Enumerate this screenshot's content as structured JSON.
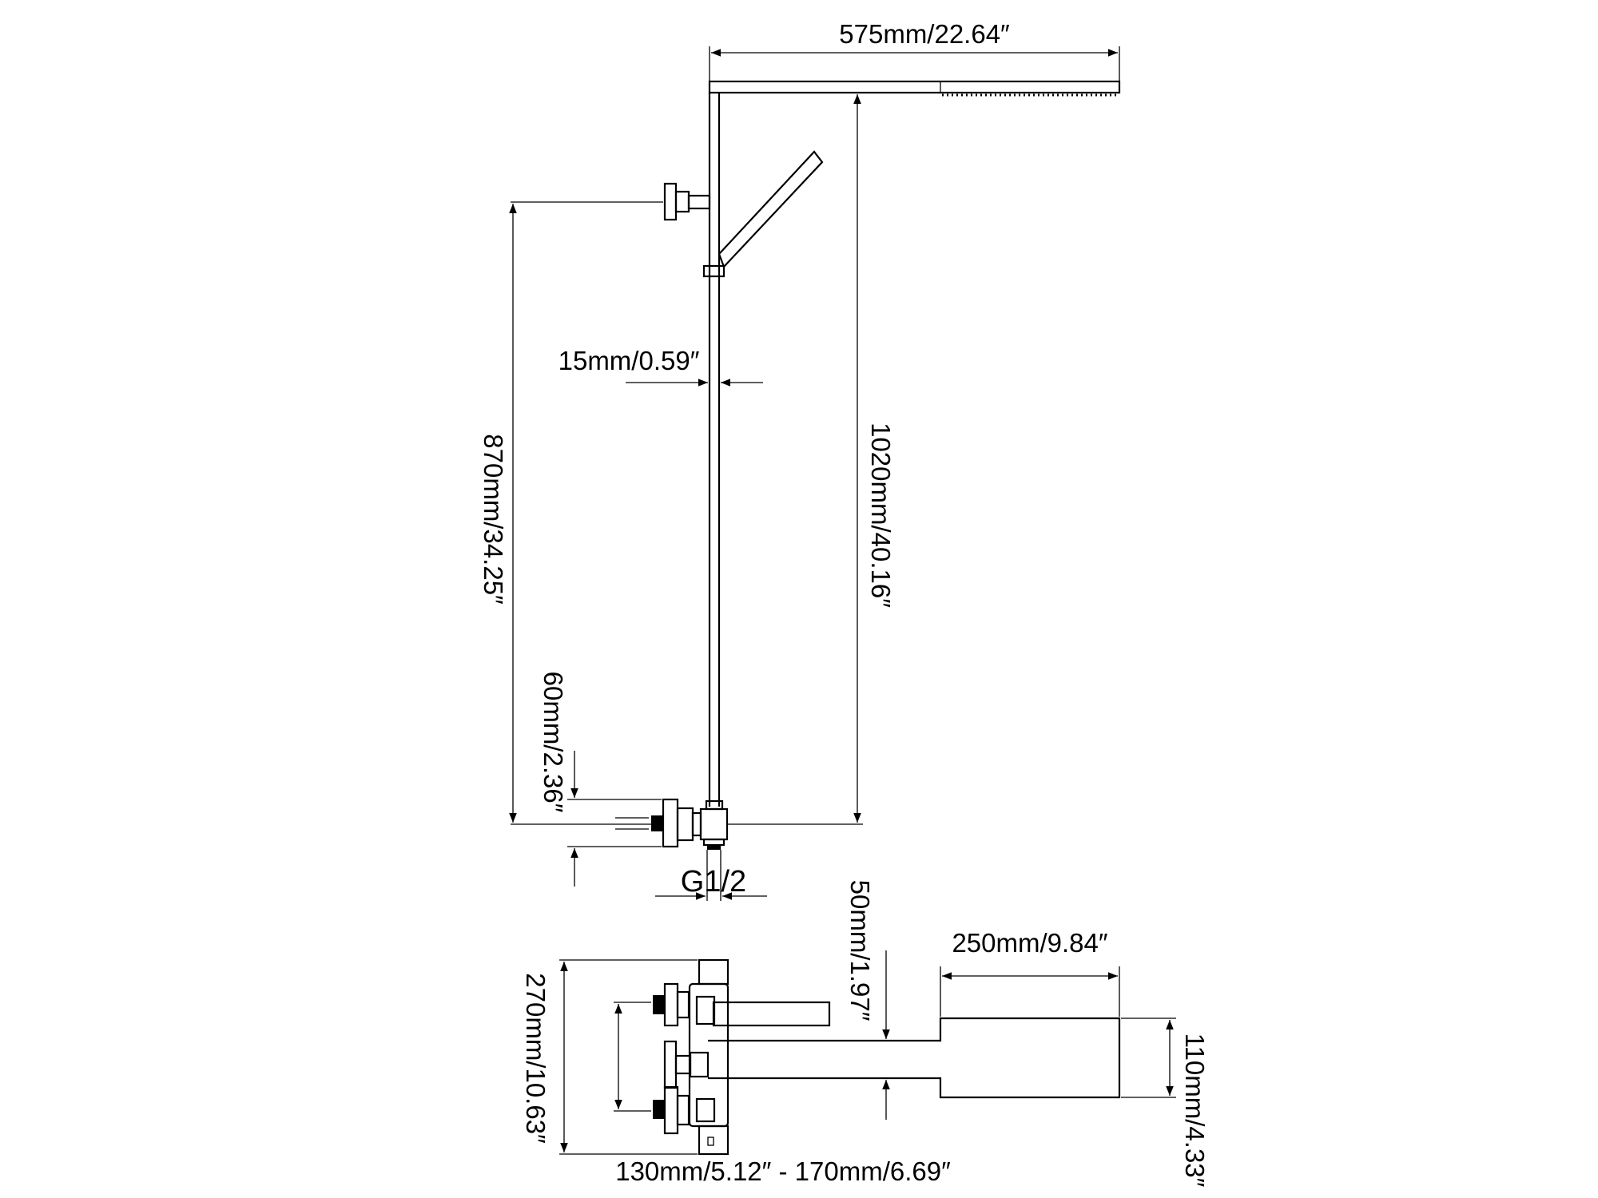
{
  "dimensions": {
    "head_width": "575mm/22.64″",
    "pipe_diameter": "15mm/0.59″",
    "total_height": "1020mm/40.16″",
    "bracket_height": "870mm/34.25″",
    "inlet_offset": "60mm/2.36″",
    "thread": "G1/2",
    "spout_height": "50mm/1.97″",
    "spout_head_length": "250mm/9.84″",
    "spout_head_width": "110mm/4.33″",
    "mixer_height": "270mm/10.63″",
    "inlet_spacing": "130mm/5.12″ - 170mm/6.69″"
  }
}
